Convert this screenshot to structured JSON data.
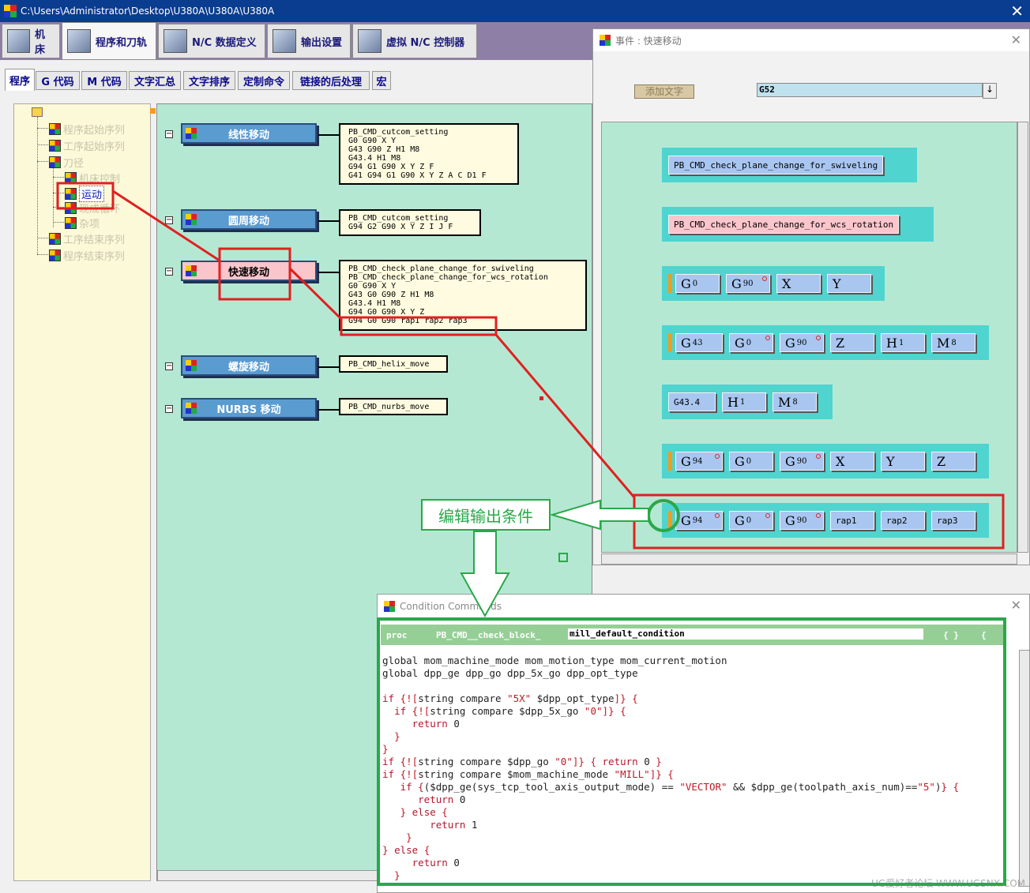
{
  "window": {
    "title": "C:\\Users\\Administrator\\Desktop\\U380A\\U380A\\U380A",
    "close": "✕"
  },
  "main_tabs": [
    {
      "label": "机床"
    },
    {
      "label": "程序和刀轨"
    },
    {
      "label": "N/C 数据定义"
    },
    {
      "label": "输出设置"
    },
    {
      "label": "虚拟 N/C 控制器"
    }
  ],
  "sub_tabs": [
    "程序",
    "G 代码",
    "M 代码",
    "文字汇总",
    "文字排序",
    "定制命令",
    "链接的后处理",
    "宏"
  ],
  "tree": {
    "items": [
      "程序起始序列",
      "工序起始序列",
      "刀径",
      "机床控制",
      "运动",
      "现成循环",
      "杂项",
      "工序结束序列",
      "程序结束序列"
    ]
  },
  "events": [
    {
      "label": "线性移动",
      "code": [
        "PB_CMD_cutcom_setting",
        "G0 G90 X Y",
        "G43 G90 Z H1 M8",
        "G43.4 H1 M8",
        "G94 G1 G90 X Y Z F",
        "G41 G94 G1 G90 X Y Z A C D1 F"
      ]
    },
    {
      "label": "圆周移动",
      "code": [
        "PB_CMD_cutcom_setting",
        "G94 G2 G90 X Y Z I J F"
      ]
    },
    {
      "label": "快速移动",
      "code": [
        "PB_CMD_check_plane_change_for_swiveling",
        "PB_CMD_check_plane_change_for_wcs_rotation",
        "G0 G90 X Y",
        "G43 G0 G90 Z H1 M8",
        "G43.4 H1 M8",
        "G94 G0 G90 X Y Z",
        "G94 G0 G90 rap1 rap2 rap3"
      ]
    },
    {
      "label": "螺旋移动",
      "code": [
        "PB_CMD_helix_move"
      ]
    },
    {
      "label": "NURBS 移动",
      "code": [
        "PB_CMD_nurbs_move"
      ]
    }
  ],
  "event_dialog": {
    "title": "事件 : 快速移动",
    "close": "✕",
    "add_text_label": "添加文字",
    "word_field": "G52",
    "dropdown_icon": "↓",
    "cmd1": "PB_CMD_check_plane_change_for_swiveling",
    "cmd2": "PB_CMD_check_plane_change_for_wcs_rotation",
    "rows": [
      [
        {
          "t": "G",
          "s": "0"
        },
        {
          "t": "G",
          "s": "90",
          "dot": true
        },
        {
          "t": "X",
          "s": ""
        },
        {
          "t": "Y",
          "s": ""
        }
      ],
      [
        {
          "t": "G",
          "s": "43"
        },
        {
          "t": "G",
          "s": "0",
          "dot": true
        },
        {
          "t": "G",
          "s": "90",
          "dot": true
        },
        {
          "t": "Z",
          "s": ""
        },
        {
          "t": "H",
          "s": "1"
        },
        {
          "t": "M",
          "s": "8"
        }
      ],
      [
        {
          "t": "G43.4",
          "s": "",
          "small": true
        },
        {
          "t": "H",
          "s": "1"
        },
        {
          "t": "M",
          "s": "8"
        }
      ],
      [
        {
          "t": "G",
          "s": "94",
          "dot": true
        },
        {
          "t": "G",
          "s": "0"
        },
        {
          "t": "G",
          "s": "90",
          "dot": true
        },
        {
          "t": "X",
          "s": ""
        },
        {
          "t": "Y",
          "s": ""
        },
        {
          "t": "Z",
          "s": ""
        }
      ],
      [
        {
          "t": "G",
          "s": "94",
          "dot": true
        },
        {
          "t": "G",
          "s": "0",
          "dot": true
        },
        {
          "t": "G",
          "s": "90",
          "dot": true
        },
        {
          "t": "rap1",
          "s": "",
          "small": true
        },
        {
          "t": "rap2",
          "s": "",
          "small": true
        },
        {
          "t": "rap3",
          "s": "",
          "small": true
        }
      ]
    ]
  },
  "annotation": {
    "label": "编辑输出条件"
  },
  "condition_dialog": {
    "title": "Condition Commands",
    "close": "✕",
    "proc_kw": "proc",
    "proc_prefix": "PB_CMD__check_block_",
    "proc_name": "mill_default_condition",
    "braces": "{ }",
    "open_brace": "{",
    "code_lines": [
      "global mom_machine_mode mom_motion_type mom_current_motion",
      "global dpp_ge dpp_go dpp_5x_go dpp_opt_type",
      "",
      "if {![string compare \"5X\" $dpp_opt_type]} {",
      "  if {![string compare $dpp_5x_go \"0\"]} {",
      "     return 0",
      "  }",
      "}",
      "if {![string compare $dpp_go \"0\"]} { return 0 }",
      "if {![string compare $mom_machine_mode \"MILL\"]} {",
      "   if {($dpp_ge(sys_tcp_tool_axis_output_mode) == \"VECTOR\" && $dpp_ge(toolpath_axis_num)==\"5\")} {",
      "      return 0",
      "   } else {",
      "        return 1",
      "    }",
      "} else {",
      "     return 0",
      "  }"
    ]
  },
  "watermark": "UG爱好者论坛 WWW.UGSNX.COM",
  "colors": {
    "titlebar": "#0a3d8f",
    "canvas": "#b5e8d3",
    "highlight_red": "#e02020",
    "annotation_green": "#2aa84a"
  }
}
